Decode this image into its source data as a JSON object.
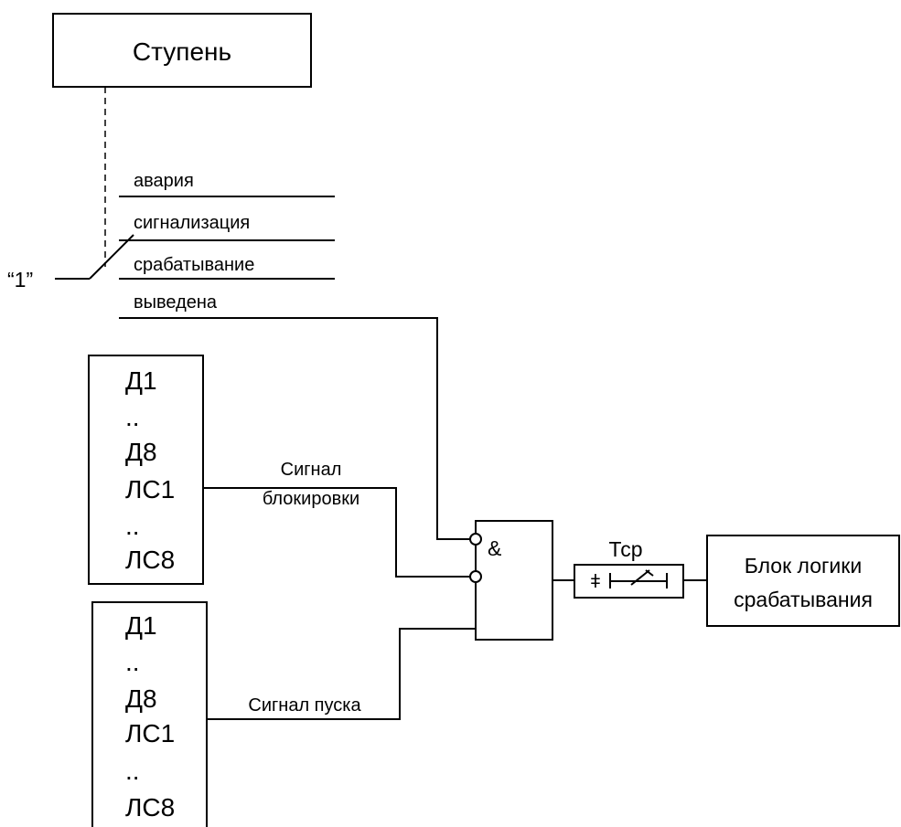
{
  "stage_block": {
    "label": "Ступень"
  },
  "switch": {
    "input_label": "“1”",
    "positions": [
      "авария",
      "сигнализация",
      "срабатывание",
      "выведена"
    ]
  },
  "block_source_top": {
    "items": [
      "Д1",
      "..",
      "Д8",
      "ЛС1",
      "..",
      "ЛС8"
    ]
  },
  "block_source_bottom": {
    "items": [
      "Д1",
      "..",
      "Д8",
      "ЛС1",
      "..",
      "ЛС8"
    ]
  },
  "signals": {
    "block_line1": "Сигнал",
    "block_line2": "блокировки",
    "start": "Сигнал пуска"
  },
  "and_gate": {
    "symbol": "&"
  },
  "timer": {
    "label": "Тср",
    "left_mark": "ǂ"
  },
  "output_block": {
    "line1": "Блок логики",
    "line2": "срабатывания"
  }
}
